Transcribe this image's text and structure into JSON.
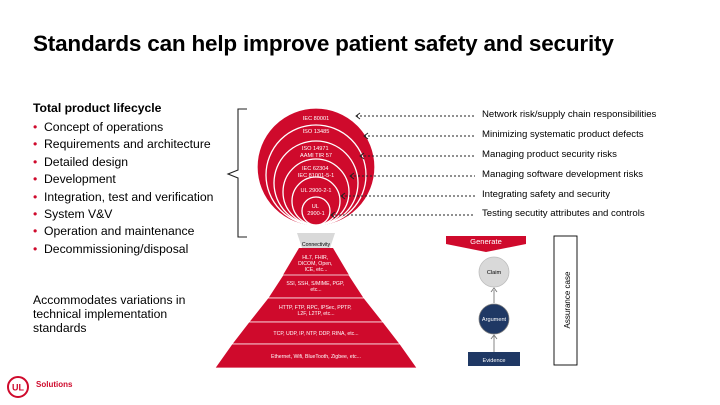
{
  "title": "Standards can help improve patient safety and security",
  "lifecycle": {
    "heading": "Total product lifecycle",
    "items": [
      "Concept of operations",
      "Requirements and architecture",
      "Detailed design",
      "Development",
      "Integration, test and verification",
      "System V&V",
      "Operation and maintenance",
      "Decommissioning/disposal"
    ]
  },
  "accommodates": "Accommodates variations in technical implementation standards",
  "circles": [
    {
      "label": "IEC 80001"
    },
    {
      "label": "ISO 13485"
    },
    {
      "label": "ISO 14971\nAAMI TIR 57"
    },
    {
      "label": "IEC 62304\nIEC 81001-5-1"
    },
    {
      "label": "UL 2900-2-1"
    },
    {
      "label": "UL\n2900-1"
    }
  ],
  "notes": [
    "Network risk/supply chain responsibilities",
    "Minimizing systematic product defects",
    "Managing product security risks",
    "Managing software development risks",
    "Integrating safety and security",
    "Testing secutity attributes and controls"
  ],
  "pyramid": {
    "top_label": "Connectivity",
    "layers": [
      "HL7, FHIR, DICOM, Open, ICE, etc...",
      "SSI, SSH, S/MIME, PGP, etc...",
      "HTTP, FTP, RPC, IPSec, PPTP, L2F, L2TP, etc...",
      "TCP, UDP, IP, NTP, DDP, RINA, etc...",
      "Ethernet, Wifi, BlueTooth, Zigbee, etc..."
    ]
  },
  "assurance": {
    "generate": "Generate",
    "claim": "Claim",
    "argument": "Argument",
    "evidence": "Evidence",
    "side_label": "Assurance case"
  },
  "logo": {
    "mark": "UL",
    "text": "Solutions"
  },
  "colors": {
    "red": "#cf0a2c",
    "navy": "#1f3864",
    "gray": "#d9d9d9"
  }
}
